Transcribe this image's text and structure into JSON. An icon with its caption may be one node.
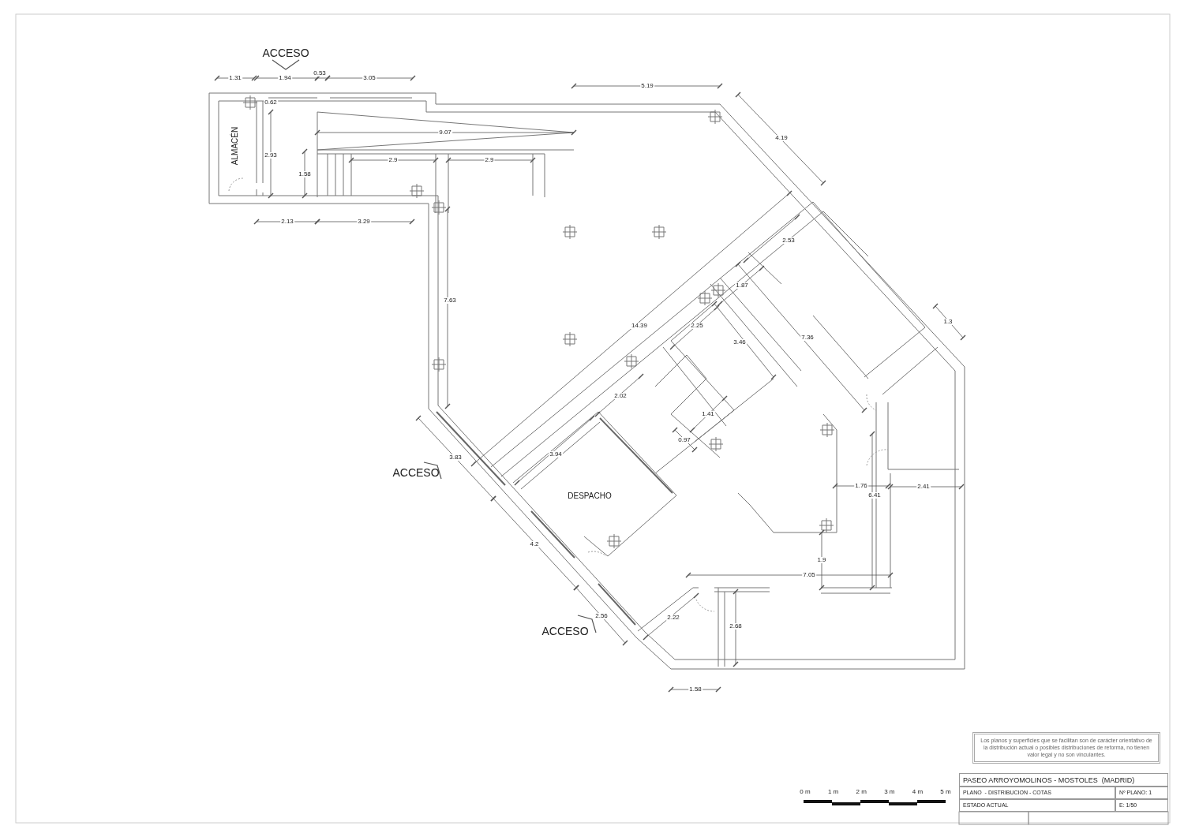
{
  "diagram": {
    "labels": [
      "ACCESO",
      "1.31",
      "1.94",
      "0.53",
      "3.05",
      "5.19",
      "0.62",
      "9.07",
      "4.19",
      "ALMACÉN",
      "2.93",
      "1.58",
      "2.9",
      "2.9",
      "2.13",
      "3.29",
      "2.53",
      "1.87",
      "7.63",
      "1.3",
      "14.39",
      "2.25",
      "3.46",
      "7.36",
      "2.02",
      "1.41",
      "0.97",
      "3.83",
      "ACCESO",
      "3.94",
      "DESPACHO",
      "1.76",
      "6.41",
      "2.41",
      "4.2",
      "1.9",
      "7.05",
      "2.56",
      "2.22",
      "ACCESO",
      "2.68",
      "1.58",
      "Los planos y superficies que se facilitan son de carácter orientativo de la distribución actual o posibles distribuciones de reforma, no tienen valor legal y no son vinculantes.",
      "PASEO ARROYOMOLINOS - MOSTOLES  (MADRID)",
      "PLANO  - DISTRIBUCION - COTAS",
      "Nº PLANO: 1",
      "ESTADO ACTUAL",
      "E: 1/50",
      "0 m",
      "1 m",
      "2 m",
      "3 m",
      "4 m",
      "5 m"
    ]
  }
}
